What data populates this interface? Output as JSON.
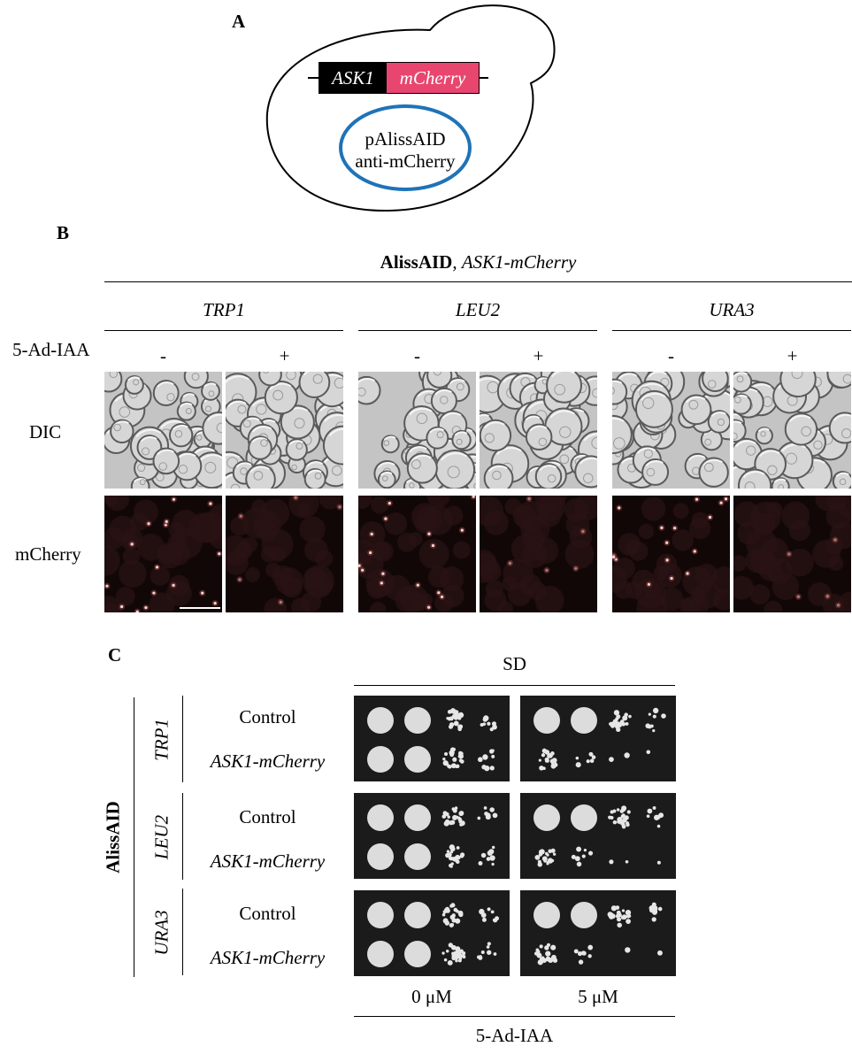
{
  "panelA": {
    "letter": "A",
    "gene_box": {
      "gene": "ASK1",
      "tag": "mCherry"
    },
    "plasmid": {
      "line1": "pAlissAID",
      "line2": "anti-mCherry"
    },
    "colors": {
      "tag_fill": "#e8466f",
      "gene_fill": "#000000",
      "plasmid_ring": "#1f73b7"
    }
  },
  "panelB": {
    "letter": "B",
    "title": {
      "bold": "AlissAID",
      "sep": ", ",
      "italic": "ASK1-mCherry"
    },
    "markers": [
      "TRP1",
      "LEU2",
      "URA3"
    ],
    "treatment_label": "5-Ad-IAA",
    "signs": [
      "-",
      "+",
      "-",
      "+",
      "-",
      "+"
    ],
    "rows": [
      "DIC",
      "mCherry"
    ]
  },
  "panelC": {
    "letter": "C",
    "medium": "SD",
    "strain_label": "AlissAID",
    "groups": [
      {
        "marker": "TRP1",
        "control": "Control",
        "tagged": "ASK1-mCherry"
      },
      {
        "marker": "LEU2",
        "control": "Control",
        "tagged": "ASK1-mCherry"
      },
      {
        "marker": "URA3",
        "control": "Control",
        "tagged": "ASK1-mCherry"
      }
    ],
    "concentrations": [
      "0 μM",
      "5 μM"
    ],
    "treatment_label": "5-Ad-IAA"
  }
}
